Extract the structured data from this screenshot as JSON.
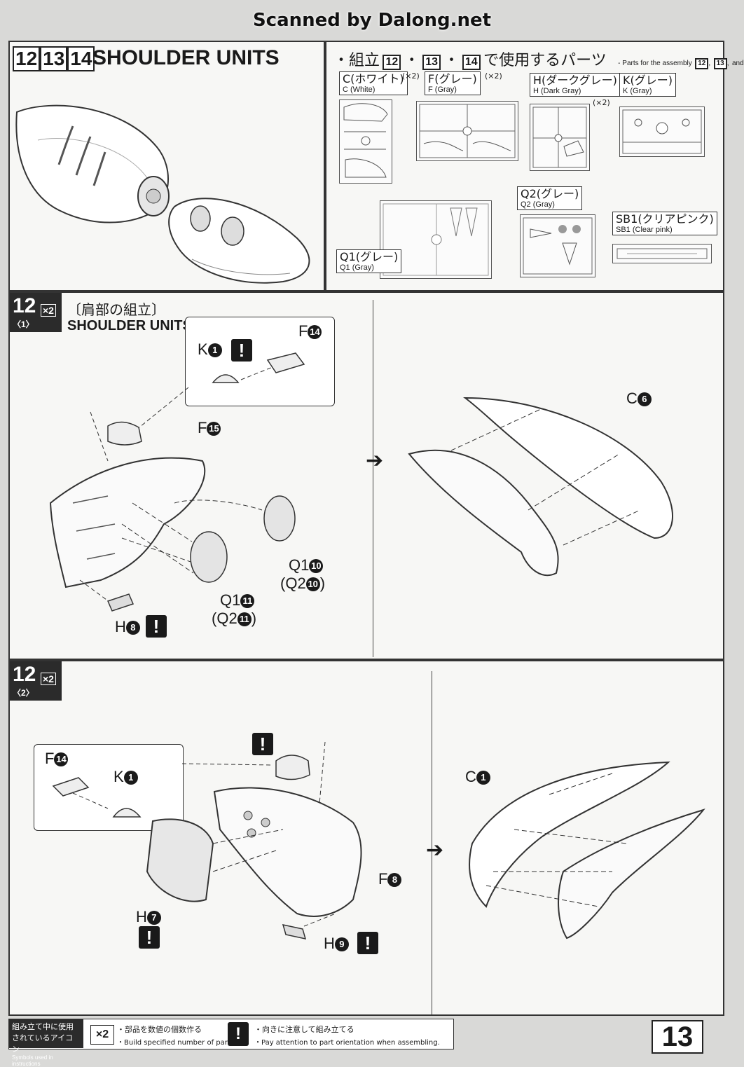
{
  "scan_credit": "Scanned by Dalong.net",
  "header": {
    "steps": [
      "12",
      "13",
      "14"
    ],
    "title": "SHOULDER UNITS"
  },
  "parts": {
    "heading_jp_prefix": "・組立",
    "heading_steps": [
      "12",
      "13",
      "14"
    ],
    "heading_jp_suffix": "で使用するパーツ",
    "heading_en": "- Parts for the assembly",
    "heading_en_and": "and",
    "sheets": [
      {
        "jp": "C(ホワイト)",
        "en": "C (White)",
        "mult": "(×2)"
      },
      {
        "jp": "F(グレー)",
        "en": "F (Gray)",
        "mult": "(×2)"
      },
      {
        "jp": "H(ダークグレー)",
        "en": "H (Dark Gray)",
        "mult": "(×2)"
      },
      {
        "jp": "K(グレー)",
        "en": "K (Gray)",
        "mult": ""
      },
      {
        "jp": "Q2(グレー)",
        "en": "Q2 (Gray)",
        "mult": ""
      },
      {
        "jp": "SB1(クリアピンク)",
        "en": "SB1 (Clear pink)",
        "mult": ""
      },
      {
        "jp": "Q1(グレー)",
        "en": "Q1 (Gray)",
        "mult": ""
      }
    ]
  },
  "step1": {
    "number": "12",
    "sub": "〈1〉",
    "badge": "×2",
    "title_jp": "〔肩部の組立〕",
    "title_en": "SHOULDER UNITS",
    "labels": {
      "k": "K",
      "k_num": "1",
      "f14": "F",
      "f14_num": "14",
      "f15": "F",
      "f15_num": "15",
      "q1_10": "Q1",
      "q1_10_num": "10",
      "q2_10": "(Q2",
      "q2_10_num": "10",
      "q1_11": "Q1",
      "q1_11_num": "11",
      "q2_11": "(Q2",
      "q2_11_num": "11",
      "h8": "H",
      "h8_num": "8",
      "c6": "C",
      "c6_num": "6"
    },
    "warn": "!"
  },
  "step2": {
    "number": "12",
    "sub": "〈2〉",
    "badge": "×2",
    "labels": {
      "f14": "F",
      "f14_num": "14",
      "k": "K",
      "k_num": "1",
      "f8": "F",
      "f8_num": "8",
      "h7": "H",
      "h7_num": "7",
      "h9": "H",
      "h9_num": "9",
      "c1": "C",
      "c1_num": "1"
    },
    "warn": "!"
  },
  "legend": {
    "title_jp_1": "組み立て中に使用",
    "title_jp_2": "されているアイコン",
    "title_en": "Symbols used in instructions",
    "x2_icon": "×2",
    "x2_jp": "・部品を数値の個数作る",
    "x2_en": "・Build specified number of parts.",
    "warn_icon": "!",
    "warn_jp": "・向きに注意して組み立てる",
    "warn_en": "・Pay attention to part orientation when assembling."
  },
  "page_number": "13"
}
